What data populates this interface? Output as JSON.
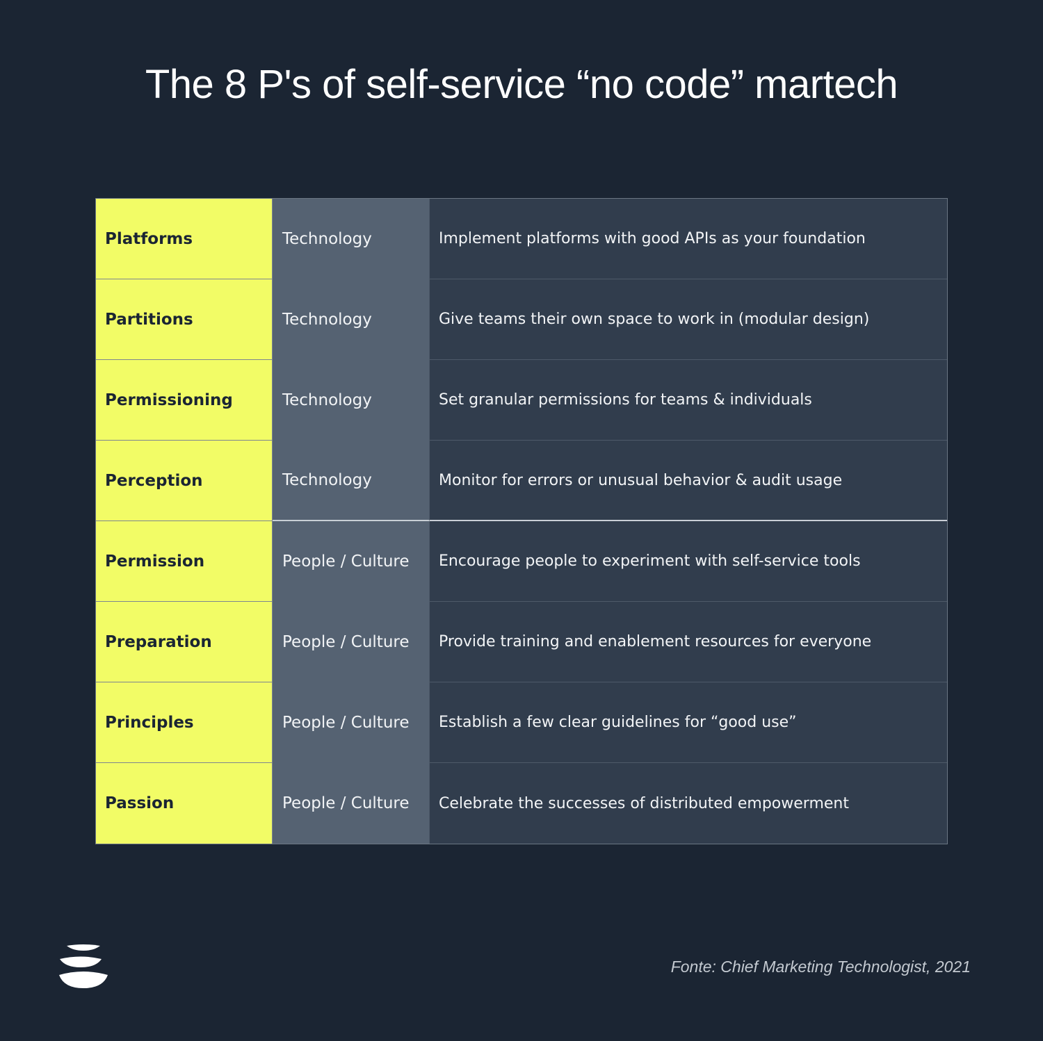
{
  "title": "The 8 P's of self-service “no code” martech",
  "rows": [
    {
      "name": "Platforms",
      "category": "Technology",
      "description": "Implement platforms with good APIs as your foundation"
    },
    {
      "name": "Partitions",
      "category": "Technology",
      "description": "Give teams their own space to work in (modular design)"
    },
    {
      "name": "Permissioning",
      "category": "Technology",
      "description": "Set granular permissions for teams & individuals"
    },
    {
      "name": "Perception",
      "category": "Technology",
      "description": "Monitor for errors or unusual behavior & audit usage"
    },
    {
      "name": "Permission",
      "category": "People / Culture",
      "description": "Encourage people to experiment with self-service tools"
    },
    {
      "name": "Preparation",
      "category": "People / Culture",
      "description": "Provide training and enablement resources for everyone"
    },
    {
      "name": "Principles",
      "category": "People / Culture",
      "description": "Establish a few clear guidelines for “good use”"
    },
    {
      "name": "Passion",
      "category": "People / Culture",
      "description": "Celebrate the successes of distributed empowerment"
    }
  ],
  "source": "Fonte: Chief Marketing Technologist, 2021",
  "colors": {
    "background": "#1b2533",
    "highlight": "#f2fc66",
    "category": "#556272",
    "description": "#313d4d"
  }
}
